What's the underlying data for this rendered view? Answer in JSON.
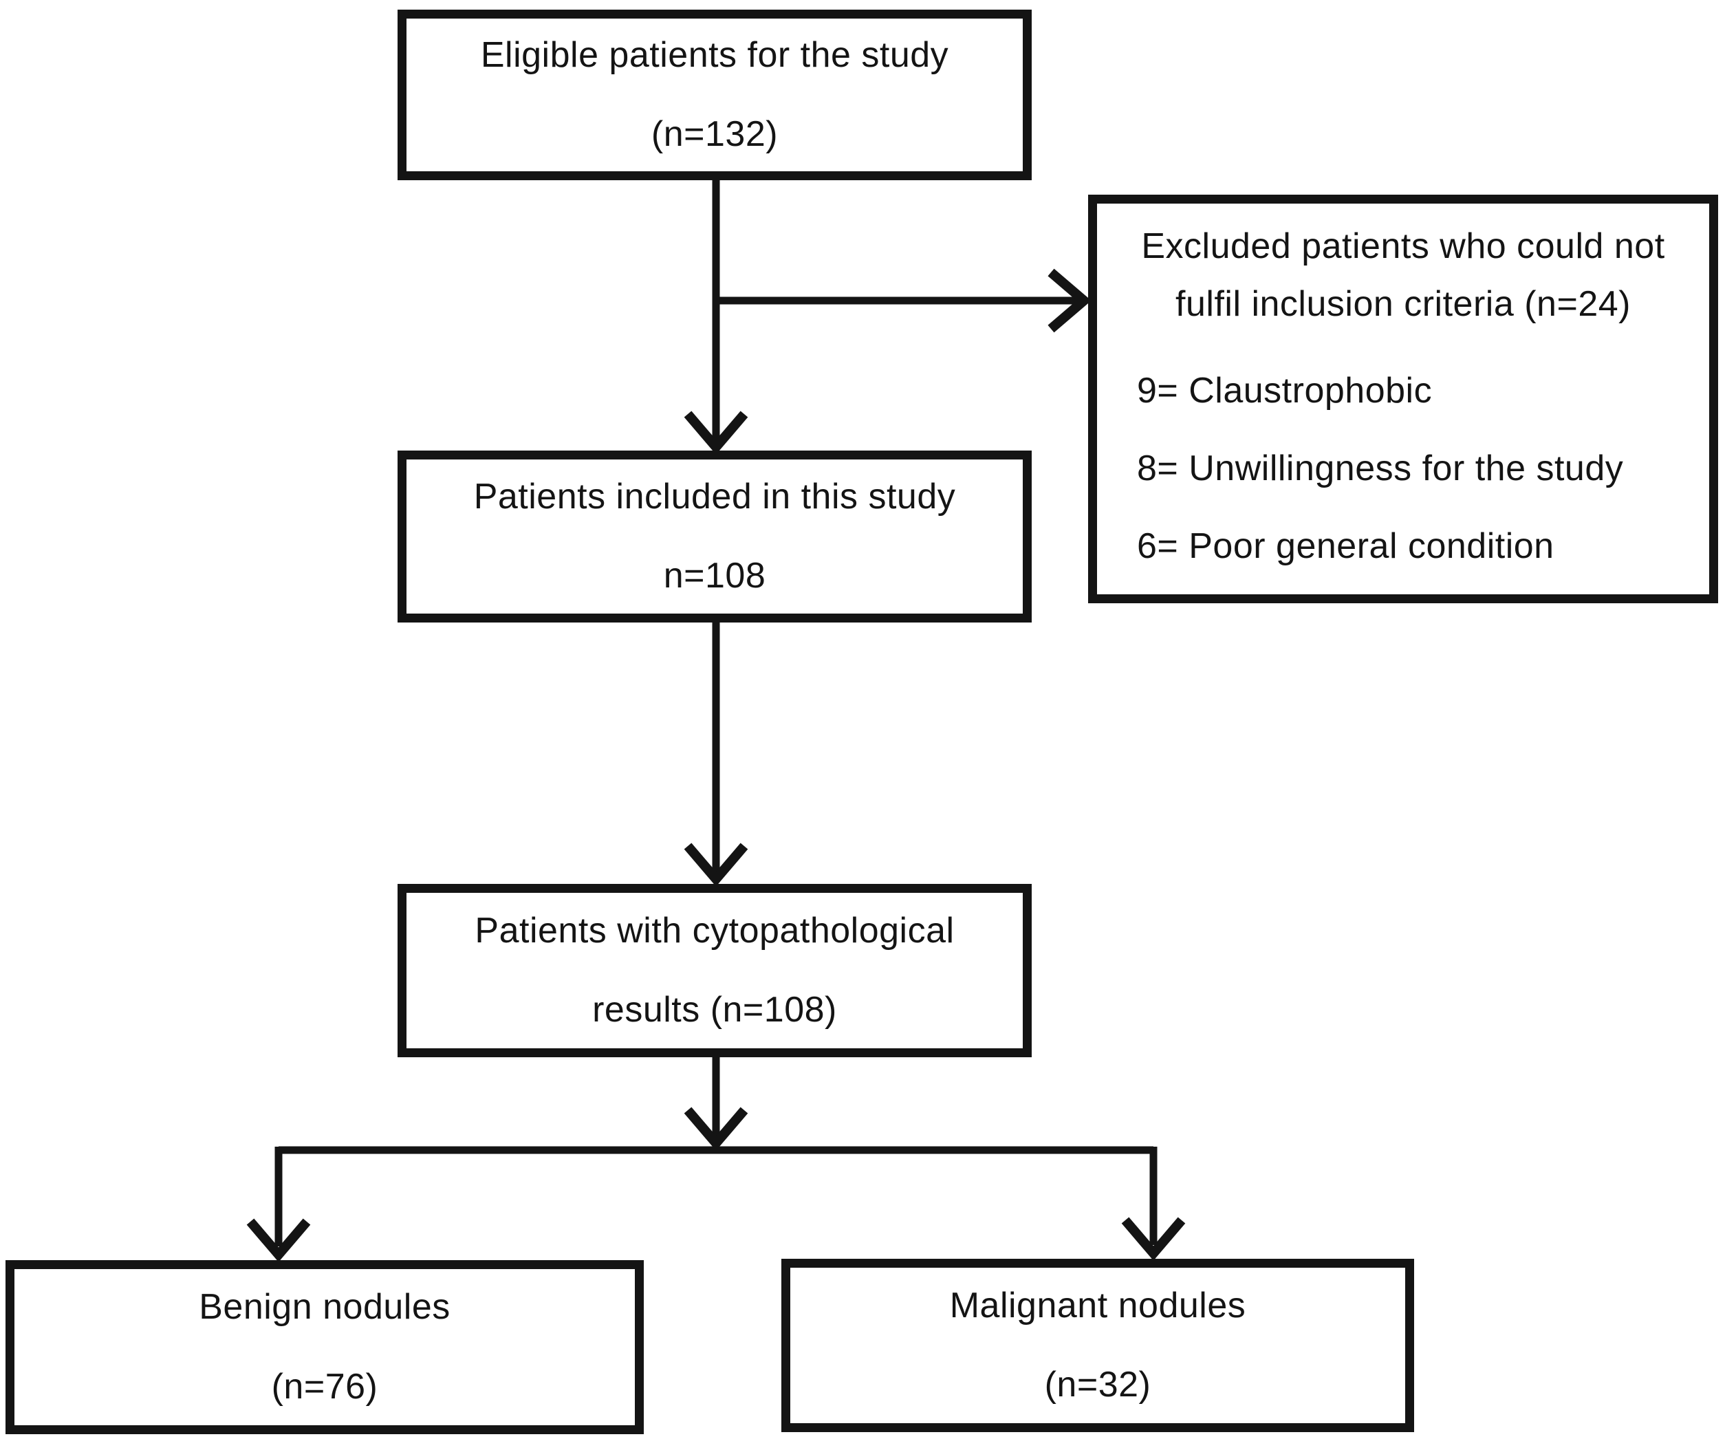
{
  "diagram": {
    "boxes": {
      "eligible": {
        "line1": "Eligible patients for the study",
        "line2": "(n=132)"
      },
      "excluded": {
        "heading_line1": "Excluded patients who could not",
        "heading_line2": "fulfil inclusion criteria (n=24)",
        "items": [
          "9= Claustrophobic",
          "8= Unwillingness for the study",
          "6= Poor general condition"
        ]
      },
      "included": {
        "line1": "Patients included in this study",
        "line2": "n=108"
      },
      "cytopathological": {
        "line1": "Patients with cytopathological",
        "line2": "results (n=108)"
      },
      "benign": {
        "line1": "Benign nodules",
        "line2": "(n=76)"
      },
      "malignant": {
        "line1": "Malignant nodules",
        "line2": "(n=32)"
      }
    },
    "colors": {
      "ink": "#141414",
      "background": "#ffffff"
    }
  }
}
